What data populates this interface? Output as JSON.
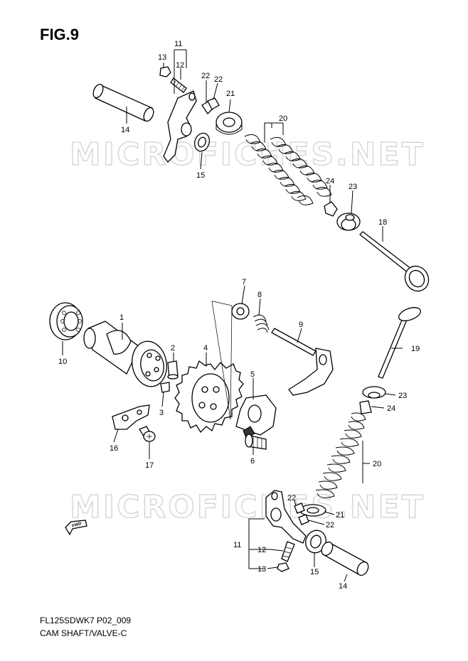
{
  "figure": {
    "title": "FIG.9"
  },
  "watermark": "MICROFICHES.NET",
  "footer": {
    "code": "FL125SDWK7 P02_009",
    "subtitle": "CAM SHAFT/VALVE-C"
  },
  "fwd_label": "FWD",
  "callouts": {
    "upper": {
      "c11": "11",
      "c12": "12",
      "c13": "13",
      "c14": "14",
      "c15": "15",
      "c18": "18",
      "c20": "20",
      "c21": "21",
      "c22a": "22",
      "c22b": "22",
      "c23": "23",
      "c24": "24"
    },
    "middle": {
      "c1": "1",
      "c2": "2",
      "c3": "3",
      "c4": "4",
      "c5": "5",
      "c6": "6",
      "c7": "7",
      "c8": "8",
      "c9": "9",
      "c10": "10",
      "c16": "16",
      "c17": "17"
    },
    "lower": {
      "c11": "11",
      "c12": "12",
      "c13": "13",
      "c14": "14",
      "c15": "15",
      "c19": "19",
      "c20": "20",
      "c21": "21",
      "c22a": "22",
      "c22b": "22",
      "c23": "23",
      "c24": "24"
    }
  }
}
